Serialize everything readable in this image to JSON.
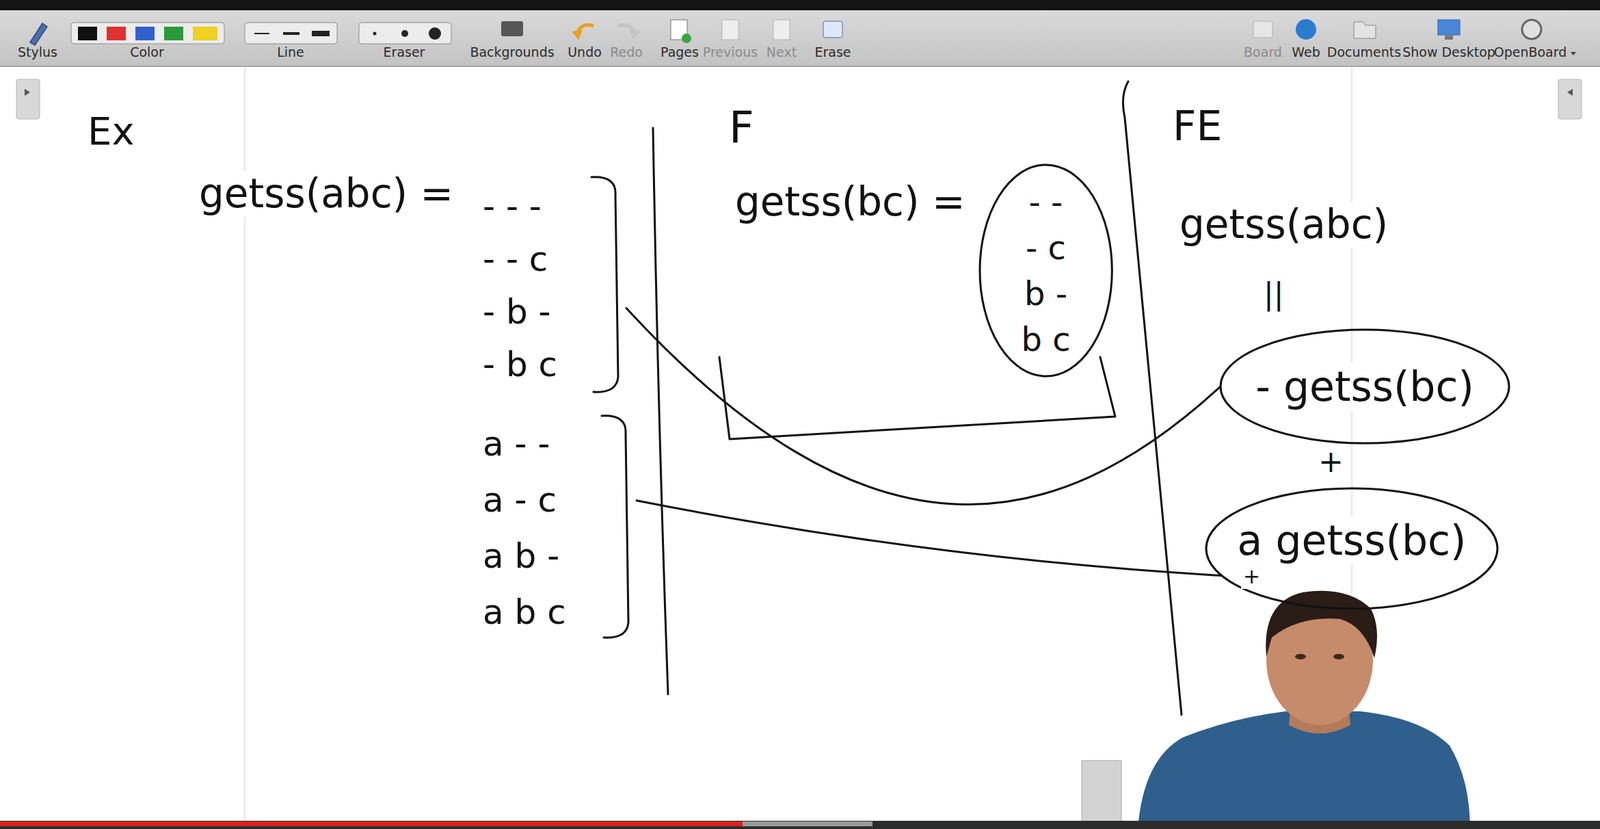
{
  "diagram": {
    "nodes": [
      {
        "text": [
          "- - -",
          "- - c",
          "- b -",
          "- b c"
        ]
      },
      {
        "text": [
          "a - -",
          "a - c",
          "a b -",
          "a b c"
        ]
      },
      {
        "text": [
          "- -",
          "- c",
          "b -",
          "b c"
        ]
      },
      {
        "text": [
          "- getss(bc)"
        ]
      },
      {
        "text": [
          "a getss(bc)"
        ]
      }
    ],
    "edges": [
      {
        "from": 0,
        "to": 3,
        "arrow": "none"
      },
      {
        "from": 1,
        "to": 4,
        "arrow": "none"
      }
    ],
    "labels": [
      "Stylus",
      "Color",
      "Line",
      "Eraser",
      "Backgrounds",
      "Undo",
      "Redo",
      "Pages",
      "Previous",
      "Next",
      "Erase",
      "Board",
      "Web",
      "Documents",
      "Show Desktop",
      "OpenBoard",
      "Ex",
      "getss(abc) =",
      "F",
      "getss(bc) =",
      "FE",
      "getss(abc)",
      "||",
      "+",
      "+"
    ]
  }
}
